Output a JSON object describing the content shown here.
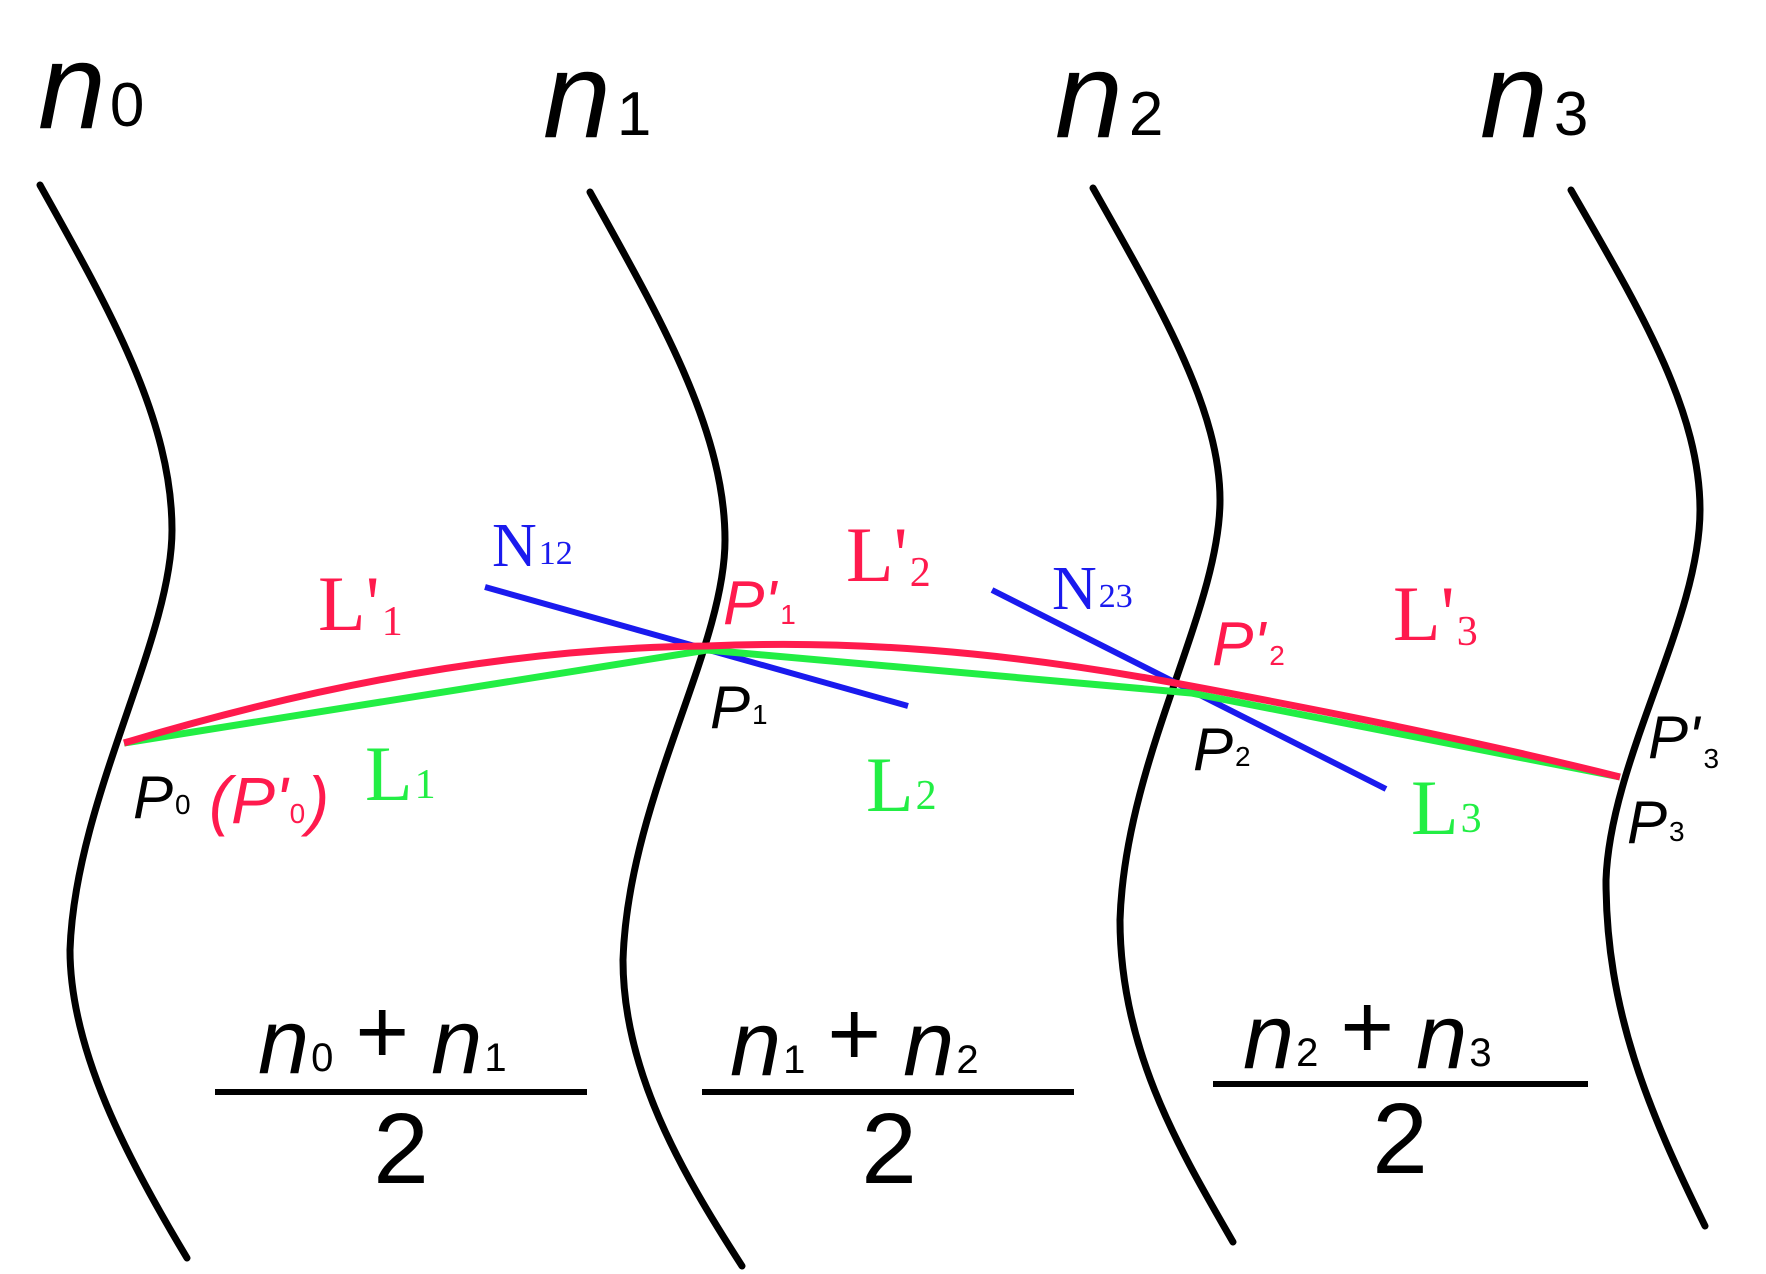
{
  "colors": {
    "boundary": "#000000",
    "refracted_path": "#ff1a4d",
    "straight_path": "#22ee44",
    "normal": "#1a1aee",
    "text": "#000000"
  },
  "boundaries": [
    {
      "base": "n",
      "sub": "0"
    },
    {
      "base": "n",
      "sub": "1"
    },
    {
      "base": "n",
      "sub": "2"
    },
    {
      "base": "n",
      "sub": "3"
    }
  ],
  "path_labels": {
    "L1p": {
      "base": "L'",
      "sub": "1"
    },
    "L2p": {
      "base": "L'",
      "sub": "2"
    },
    "L3p": {
      "base": "L'",
      "sub": "3"
    },
    "L1": {
      "base": "L",
      "sub": "1"
    },
    "L2": {
      "base": "L",
      "sub": "2"
    },
    "L3": {
      "base": "L",
      "sub": "3"
    }
  },
  "normal_labels": {
    "N12": {
      "base": "N",
      "sub": "12"
    },
    "N23": {
      "base": "N",
      "sub": "23"
    }
  },
  "points": {
    "P0": {
      "base": "P",
      "sub": "0"
    },
    "P0p": {
      "open": "(",
      "base": "P'",
      "sub": "0",
      "close": ")"
    },
    "P1p": {
      "base": "P'",
      "sub": "1"
    },
    "P1": {
      "base": "P",
      "sub": "1"
    },
    "P2p": {
      "base": "P'",
      "sub": "2"
    },
    "P2": {
      "base": "P",
      "sub": "2"
    },
    "P3p": {
      "base": "P'",
      "sub": "3"
    },
    "P3": {
      "base": "P",
      "sub": "3"
    }
  },
  "fractions": [
    {
      "n_a": "n",
      "sub_a": "0",
      "op": "+",
      "n_b": "n",
      "sub_b": "1",
      "denominator": "2"
    },
    {
      "n_a": "n",
      "sub_a": "1",
      "op": "+",
      "n_b": "n",
      "sub_b": "2",
      "denominator": "2"
    },
    {
      "n_a": "n",
      "sub_a": "2",
      "op": "+",
      "n_b": "n",
      "sub_b": "3",
      "denominator": "2"
    }
  ]
}
